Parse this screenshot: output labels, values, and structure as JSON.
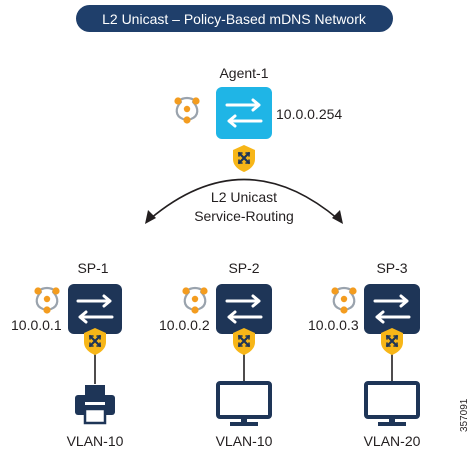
{
  "title": "L2 Unicast – Policy-Based mDNS Network",
  "agent": {
    "name": "Agent-1",
    "ip": "10.0.0.254"
  },
  "link_label": {
    "line1": "L2 Unicast",
    "line2": "Service-Routing"
  },
  "service_peers": [
    {
      "name": "SP-1",
      "ip": "10.0.0.1",
      "vlan": "VLAN-10",
      "device": "printer"
    },
    {
      "name": "SP-2",
      "ip": "10.0.0.2",
      "vlan": "VLAN-10",
      "device": "monitor"
    },
    {
      "name": "SP-3",
      "ip": "10.0.0.3",
      "vlan": "VLAN-20",
      "device": "monitor"
    }
  ],
  "figure_id": "357091",
  "colors": {
    "title_bg": "#1f3f6b",
    "agent_switch": "#1fb5e6",
    "sp_switch": "#1e3557",
    "shield": "#f7b618",
    "service_icon": "#f39c1f",
    "device": "#1e3557"
  }
}
